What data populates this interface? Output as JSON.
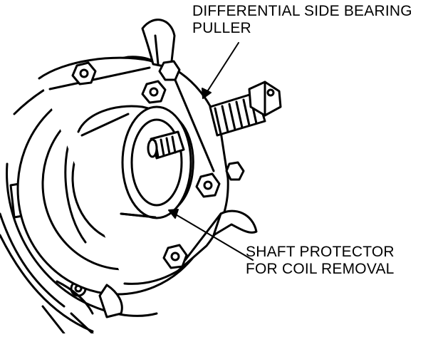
{
  "diagram": {
    "labels": {
      "puller": {
        "line1": "DIFFERENTIAL SIDE BEARING",
        "line2": "PULLER"
      },
      "protector": {
        "line1": "SHAFT PROTECTOR",
        "line2": "FOR COIL REMOVAL"
      }
    },
    "colors": {
      "ink": "#000000",
      "paper": "#ffffff"
    }
  }
}
